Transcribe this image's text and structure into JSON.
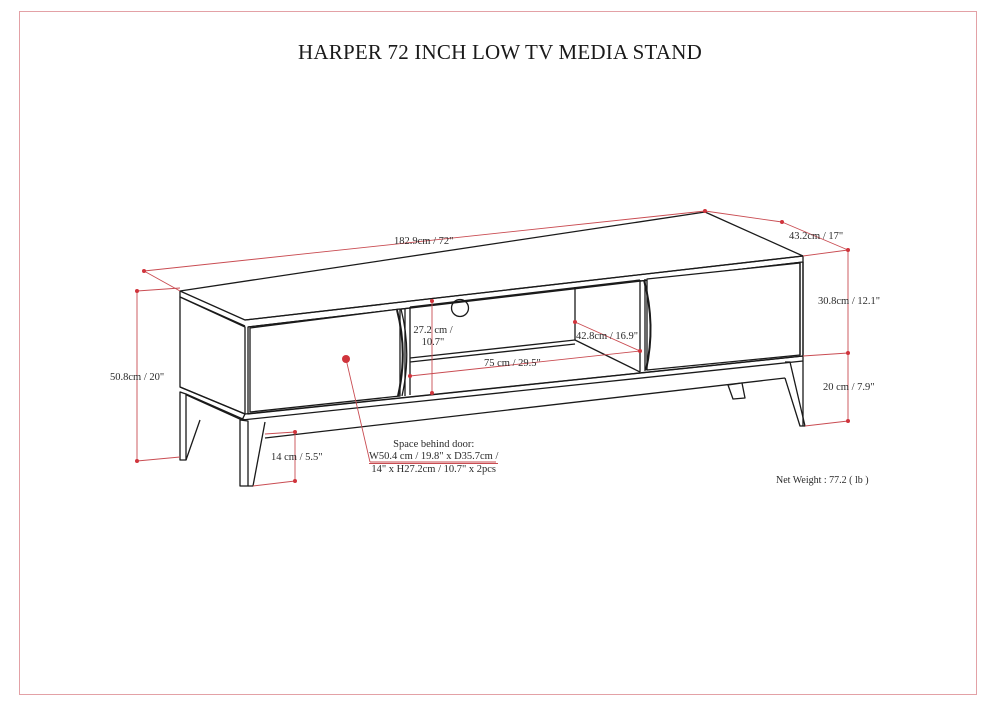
{
  "title": "HARPER 72 INCH LOW TV MEDIA STAND",
  "colors": {
    "frame": "#e3a1a6",
    "dimension_line": "#c94c52",
    "dimension_dot": "#d0343c",
    "outline": "#1a1a1a",
    "text": "#2a2a2a"
  },
  "dimensions": {
    "overall_width": "182.9cm / 72\"",
    "depth": "43.2cm / 17\"",
    "overall_height": "50.8cm / 20\"",
    "cabinet_height": "30.8cm / 12.1\"",
    "leg_height_right": "20 cm / 7.9\"",
    "leg_clearance": "14 cm / 5.5\"",
    "opening_height_line1": "27.2 cm /",
    "opening_height_line2": "10.7\"",
    "opening_width": "75 cm / 29.5\"",
    "opening_depth": "42.8cm / 16.9\""
  },
  "space_behind_door": {
    "line1": "Space behind door:",
    "line2": "W50.4 cm / 19.8\" x D35.7cm /",
    "line3": "14\" x H27.2cm / 10.7\" x 2pcs"
  },
  "net_weight": "Net Weight : 77.2 ( lb )"
}
